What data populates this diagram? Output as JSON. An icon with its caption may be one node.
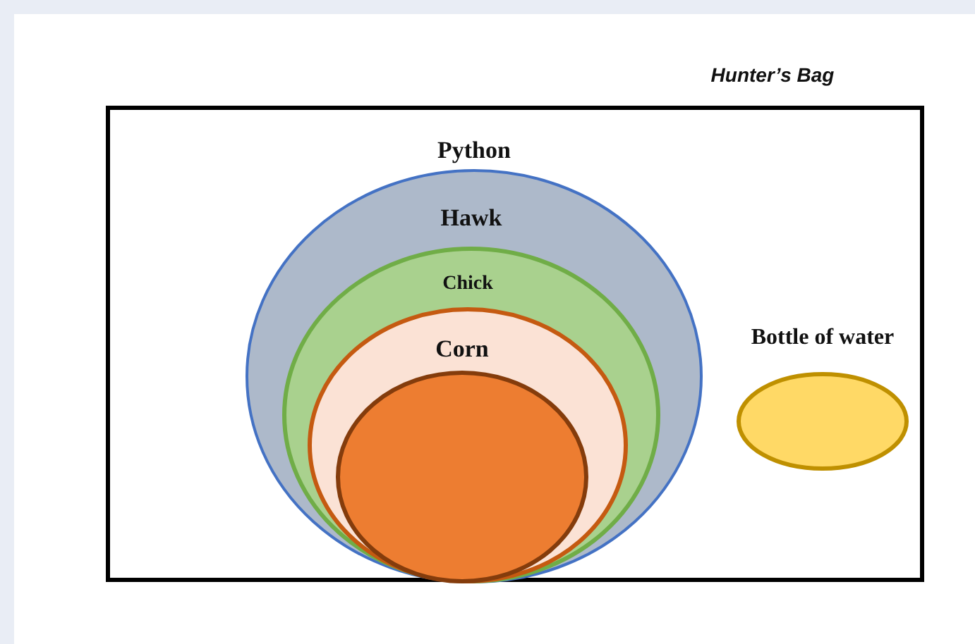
{
  "diagram": {
    "nodes": [
      {
        "text": [
          "Hunter’s Bag"
        ]
      },
      {
        "text": [
          "Python"
        ],
        "in": 0
      },
      {
        "text": [
          "Hawk"
        ],
        "in": 1
      },
      {
        "text": [
          "Chick"
        ],
        "in": 2
      },
      {
        "text": [
          "Corn"
        ],
        "in": 3
      },
      {
        "text": [
          "Bottle of water"
        ],
        "in": 0
      }
    ]
  }
}
